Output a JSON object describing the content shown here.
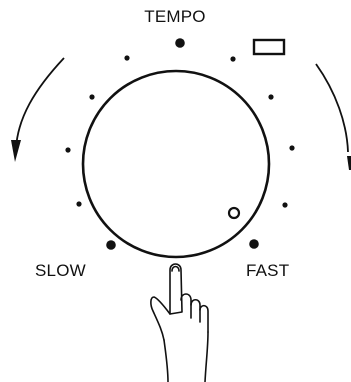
{
  "labels": {
    "top": "TEMPO",
    "left": "SLOW",
    "right": "FAST"
  },
  "colors": {
    "ink": "#111111",
    "paper": "#ffffff"
  },
  "icons": {
    "rotation_arrows": "curved-arrow-icon",
    "pointer": "pointing-hand-icon",
    "indicator": "rectangle-indicator-icon"
  }
}
